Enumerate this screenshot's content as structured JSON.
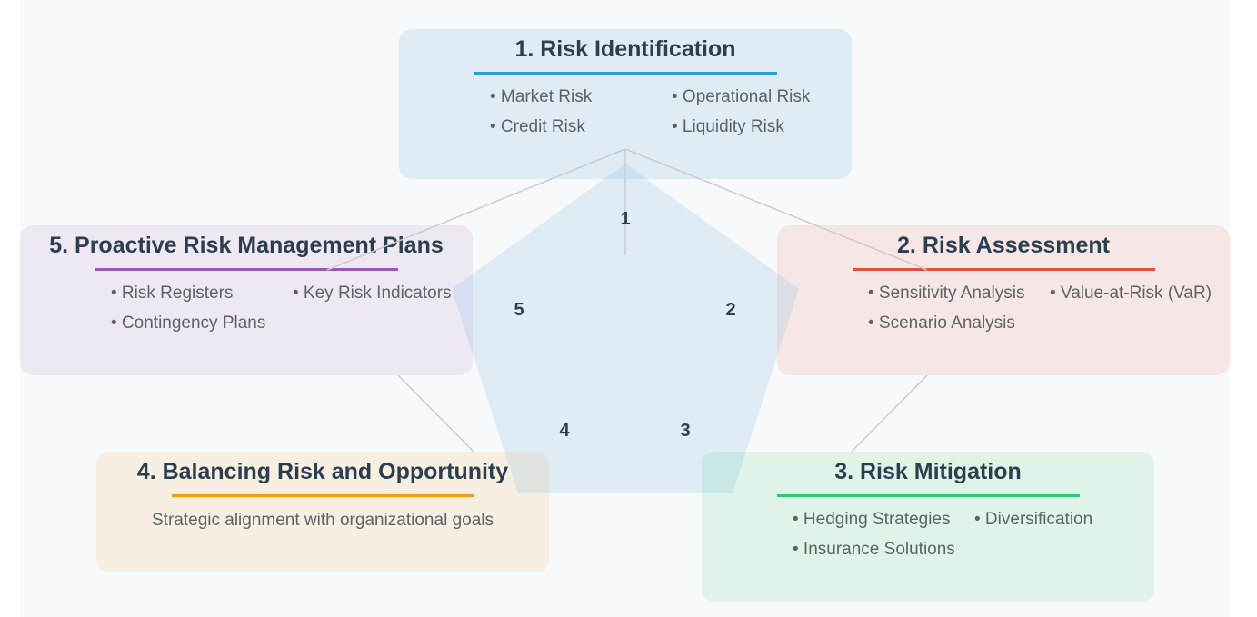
{
  "stages": [
    {
      "title": "1. Risk Identification",
      "color": "#3498db",
      "items": [
        "• Market Risk",
        "• Operational Risk",
        "• Credit Risk",
        "• Liquidity Risk"
      ]
    },
    {
      "title": "2. Risk Assessment",
      "color": "#e74c3c",
      "items": [
        "• Sensitivity Analysis",
        "• Value-at-Risk (VaR)",
        "• Scenario Analysis"
      ]
    },
    {
      "title": "3. Risk Mitigation",
      "color": "#2ecc71",
      "items": [
        "• Hedging Strategies",
        "• Diversification",
        "• Insurance Solutions"
      ]
    },
    {
      "title": "4. Balancing Risk and Opportunity",
      "color": "#f39c12",
      "description": "Strategic alignment with organizational goals"
    },
    {
      "title": "5. Proactive Risk Management Plans",
      "color": "#9b59b6",
      "items": [
        "• Risk Registers",
        "• Key Risk Indicators",
        "• Contingency Plans"
      ]
    }
  ],
  "pentagon_labels": [
    "1",
    "2",
    "3",
    "4",
    "5"
  ]
}
